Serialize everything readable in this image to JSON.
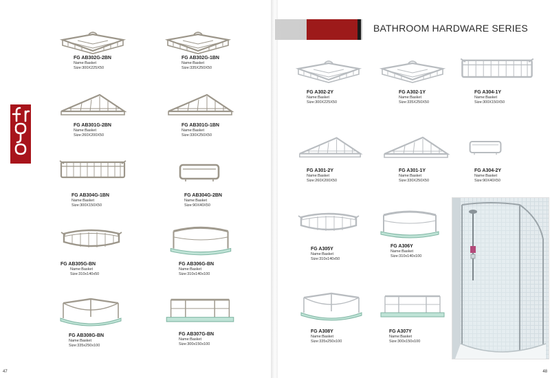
{
  "left_page": {
    "page_number": "47",
    "products": [
      {
        "code": "FG AB302G-2BN",
        "name": "Name:Basket",
        "size": "Size:300X225X50"
      },
      {
        "code": "FG AB302G-1BN",
        "name": "Name:Basket",
        "size": "Size:335X250X50"
      },
      {
        "code": "FG AB301G-2BN",
        "name": "Name:Basket",
        "size": "Size:260X200X50"
      },
      {
        "code": "FG AB301G-1BN",
        "name": "Name:Basket",
        "size": "Size:330X250X50"
      },
      {
        "code": "FG AB304G-1BN",
        "name": "Name:Basket",
        "size": "Size:300X150X50"
      },
      {
        "code": "FG AB304G-2BN",
        "name": "Name:Basket",
        "size": "Size:90X40X50"
      },
      {
        "code": "FG AB305G-BN",
        "name": "Name:Basket",
        "size": "Size:310x140x50"
      },
      {
        "code": "FG AB306G-BN",
        "name": "Name:Basket",
        "size": "Size:310x140x100"
      },
      {
        "code": "FG AB308G-BN",
        "name": "Name:Basket",
        "size": "Size:335x250x100"
      },
      {
        "code": "FG AB307G-BN",
        "name": "Name:Basket",
        "size": "Size:300x150x100"
      }
    ]
  },
  "right_page": {
    "page_number": "48",
    "series_title": "BATHROOM HARDWARE SERIES",
    "products": [
      {
        "code": "FG A302-2Y",
        "name": "Name:Basket",
        "size": "Size:300X225X50"
      },
      {
        "code": "FG A302-1Y",
        "name": "Name:Basket",
        "size": "Size:335X250X50"
      },
      {
        "code": "FG A304-1Y",
        "name": "Name:Basket",
        "size": "Size:300X150X50"
      },
      {
        "code": "FG A301-2Y",
        "name": "Name:Basket",
        "size": "Size:260X200X50"
      },
      {
        "code": "FG A301-1Y",
        "name": "Name:Basket",
        "size": "Size:330X250X50"
      },
      {
        "code": "FG A304-2Y",
        "name": "Name:Basket",
        "size": "Size:90X40X50"
      },
      {
        "code": "FG A305Y",
        "name": "Name:Basket",
        "size": "Size:310x140x50"
      },
      {
        "code": "FG A306Y",
        "name": "Name:Basket",
        "size": "Size:310x140x100"
      },
      {
        "code": "FG A308Y",
        "name": "Name:Basket",
        "size": "Size:335x250x100"
      },
      {
        "code": "FG A307Y",
        "name": "Name:Basket",
        "size": "Size:300x150x100"
      }
    ]
  },
  "colors": {
    "brand_red": "#a8141b",
    "header_grey": "#c4c4c4",
    "brushed_nickel": "#9c968a",
    "chrome": "#b8bcc0",
    "glass": "#bfe3d6"
  }
}
